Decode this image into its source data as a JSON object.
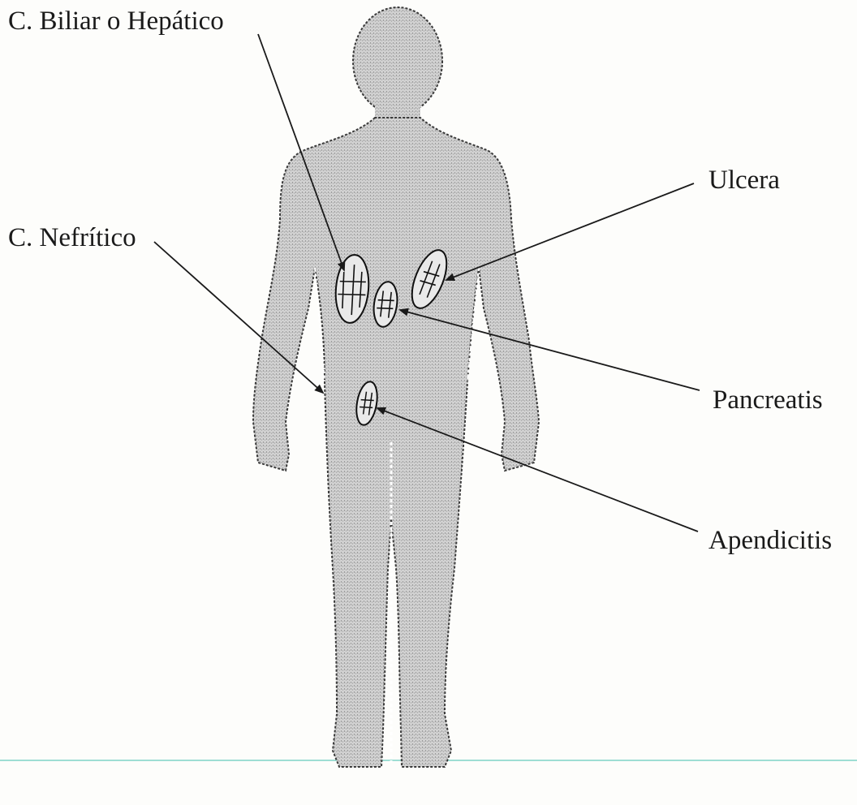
{
  "labels": {
    "biliar": "C. Biliar o Hepático",
    "nefritico": "C. Nefrítico",
    "ulcera": "Ulcera",
    "pancreatis": "Pancreatis",
    "apendicitis": "Apendicitis"
  },
  "colors": {
    "body_fill": "#c9c9c9",
    "outline": "#2a2a2a",
    "text": "#1a1a1a",
    "ground_line": "#7fd3c8"
  }
}
